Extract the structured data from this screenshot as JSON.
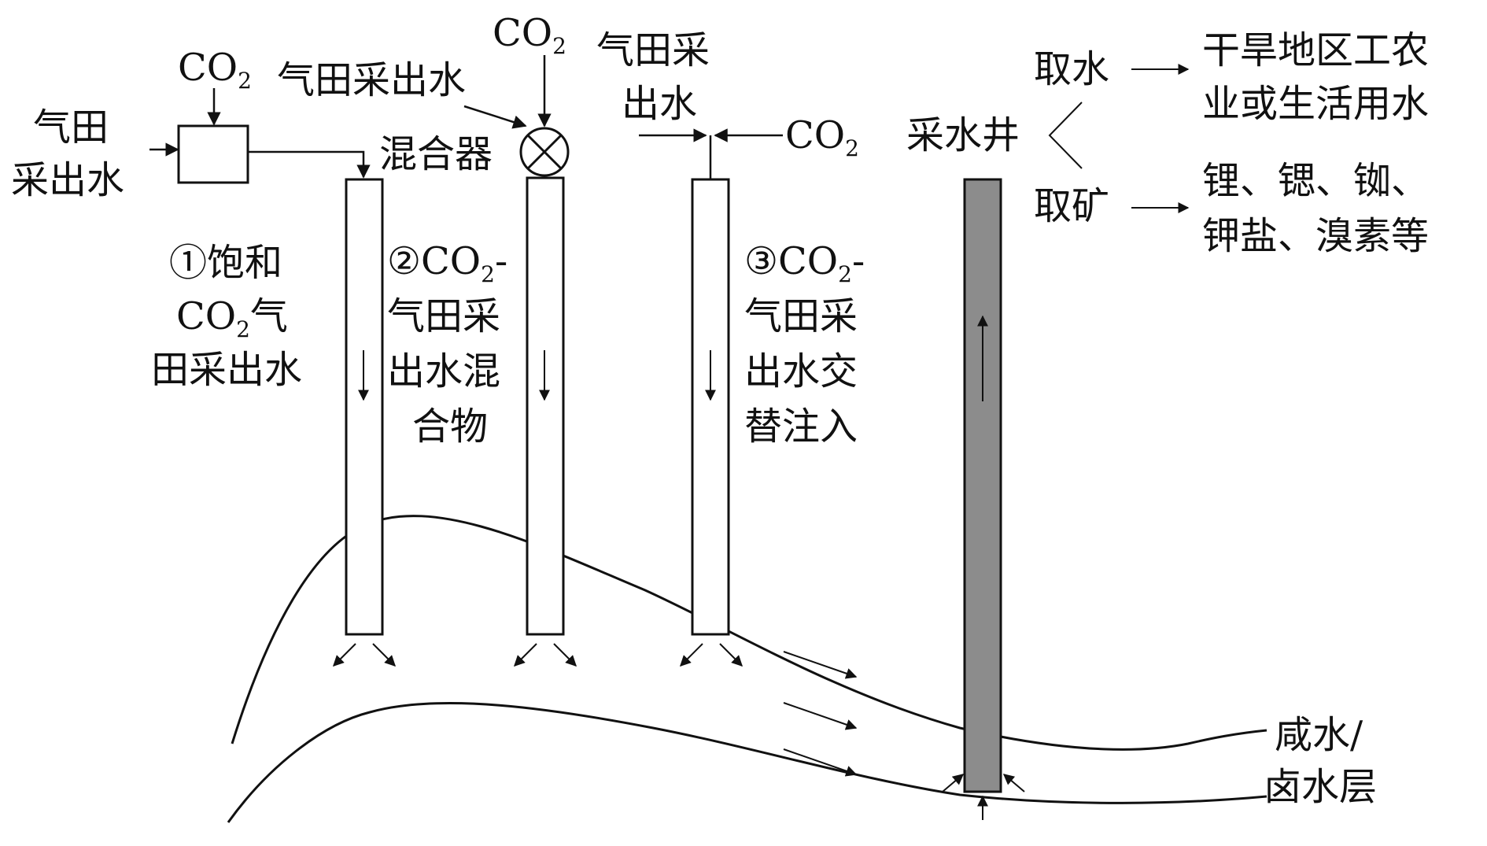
{
  "labels": {
    "gas_field_water_left": [
      "气田",
      "采出水"
    ],
    "co2_left": "CO",
    "co2_left_sub": "2",
    "gas_field_water_top": "气田采出水",
    "co2_mid": "CO",
    "co2_mid_sub": "2",
    "mixer": "混合器",
    "gas_field_water_right": [
      "气田采",
      "出水"
    ],
    "co2_right": "CO",
    "co2_right_sub": "2",
    "method1": {
      "line1": "①饱和",
      "line2_a": "CO",
      "line2_sub": "2",
      "line2_b": "气",
      "line3": "田采出水"
    },
    "method2": {
      "line1_a": "②CO",
      "line1_sub": "2",
      "line1_b": "-",
      "line2": "气田采",
      "line3": "出水混",
      "line4": "合物"
    },
    "method3": {
      "line1_a": "③CO",
      "line1_sub": "2",
      "line1_b": "-",
      "line2": "气田采",
      "line3": "出水交",
      "line4": "替注入"
    },
    "production_well": "采水井",
    "take_water": "取水",
    "water_use": [
      "干旱地区工农",
      "业或生活用水"
    ],
    "take_minerals": "取矿",
    "minerals": [
      "锂、锶、铷、",
      "钾盐、溴素等"
    ],
    "aquifer": [
      "咸水/",
      "卤水层"
    ]
  },
  "colors": {
    "ink": "#111111",
    "production_well_fill": "#8c8c8c",
    "background": "#ffffff"
  },
  "icons": {
    "mixer": "circled-x-icon"
  }
}
